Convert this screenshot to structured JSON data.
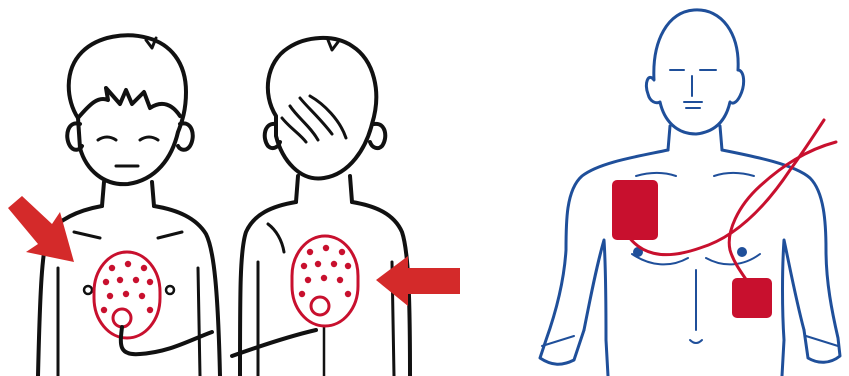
{
  "colors": {
    "background": "#ffffff",
    "outline_black": "#111111",
    "outline_blue": "#1f4f9a",
    "pad_red": "#c8102e",
    "arrow_red": "#d42a2a",
    "cable_black": "#111111",
    "cable_red": "#c8102e"
  },
  "figures": {
    "child_front": {
      "icons": [
        "child-front-figure",
        "front-chest-pad",
        "front-pointer-arrow",
        "front-cable"
      ]
    },
    "child_back": {
      "icons": [
        "child-back-figure",
        "back-pad",
        "back-pointer-arrow"
      ]
    },
    "adult_front": {
      "icons": [
        "adult-front-figure",
        "upper-right-chest-pad",
        "lower-left-side-pad",
        "red-cables"
      ]
    }
  }
}
